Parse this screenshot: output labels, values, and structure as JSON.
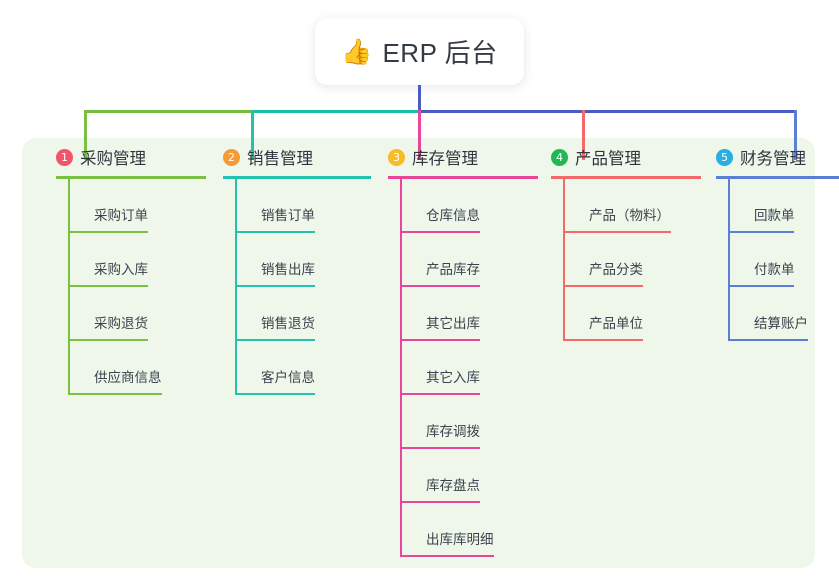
{
  "diagram": {
    "type": "mindmap",
    "root": {
      "icon": "thumbs-up-emoji",
      "emoji": "👍",
      "title": "ERP 后台"
    },
    "colors": {
      "panel_background": "#eef7e9",
      "page_background": "#ffffff",
      "root_connector": "#4a5cc4",
      "bar_green": "#76bb3f",
      "bar_teal": "#16bfa6",
      "bar_blue": "#4a5cc4"
    },
    "columns": [
      {
        "number": "1",
        "title": "采购管理",
        "badge_color": "#f2556a",
        "line_color": "#7cc043",
        "items": [
          "采购订单",
          "采购入库",
          "采购退货",
          "供应商信息"
        ]
      },
      {
        "number": "2",
        "title": "销售管理",
        "badge_color": "#f59a35",
        "line_color": "#22c3ae",
        "items": [
          "销售订单",
          "销售出库",
          "销售退货",
          "客户信息"
        ]
      },
      {
        "number": "3",
        "title": "库存管理",
        "badge_color": "#f6bd28",
        "line_color": "#e8459b",
        "items": [
          "仓库信息",
          "产品库存",
          "其它出库",
          "其它入库",
          "库存调拨",
          "库存盘点",
          "出库库明细"
        ]
      },
      {
        "number": "4",
        "title": "产品管理",
        "badge_color": "#1fb954",
        "line_color": "#f46a6a",
        "items": [
          "产品（物料）",
          "产品分类",
          "产品单位"
        ]
      },
      {
        "number": "5",
        "title": "财务管理",
        "badge_color": "#28aee0",
        "line_color": "#5b7fd4",
        "items": [
          "回款单",
          "付款单",
          "结算账户"
        ]
      }
    ]
  }
}
